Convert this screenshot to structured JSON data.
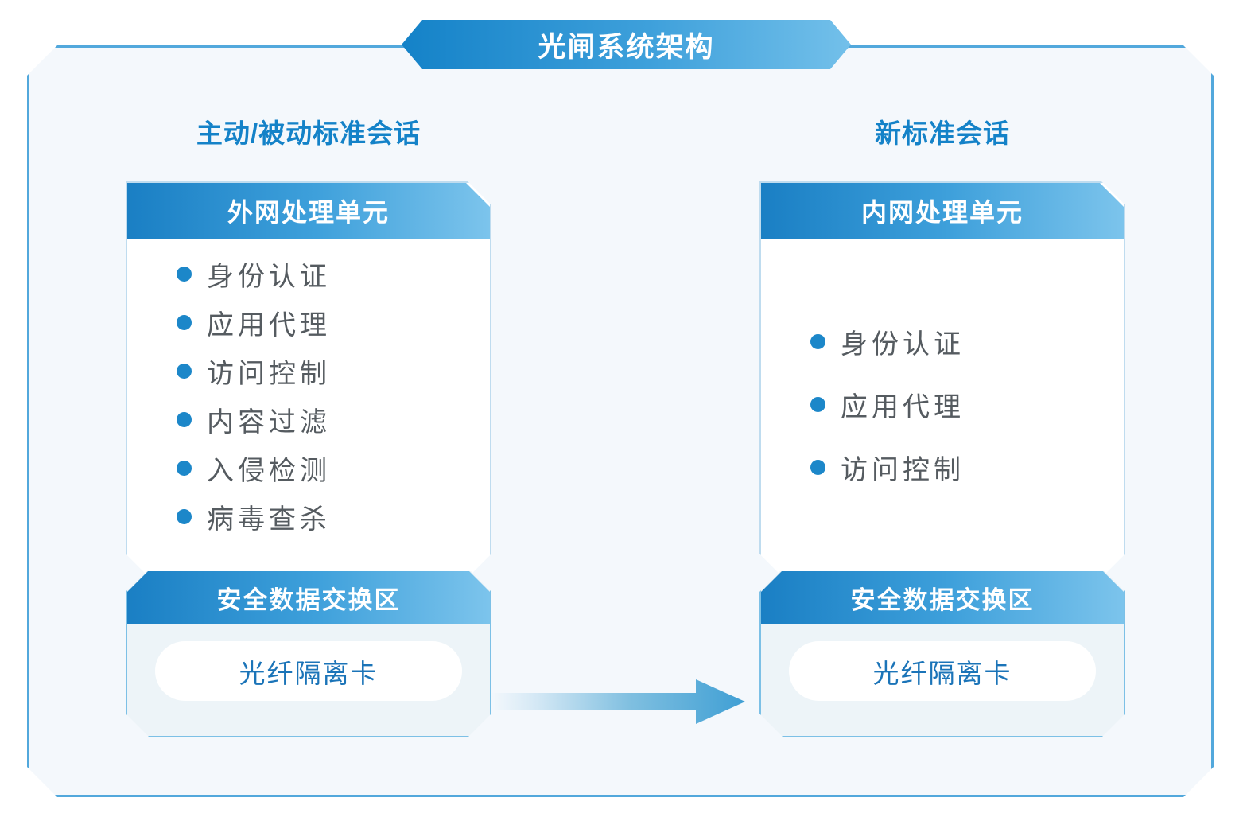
{
  "diagram": {
    "title": "光闸系统架构",
    "background_color": "#f4f8fc",
    "accent_color": "#1482c8",
    "border_color": "#52a8dc"
  },
  "columns": [
    {
      "id": "left",
      "title": "主动/被动标准会话",
      "unit": {
        "header": "外网处理单元",
        "features": [
          "身份认证",
          "应用代理",
          "访问控制",
          "内容过滤",
          "入侵检测",
          "病毒查杀"
        ]
      },
      "exchange": {
        "header": "安全数据交换区",
        "card": "光纤隔离卡"
      }
    },
    {
      "id": "right",
      "title": "新标准会话",
      "unit": {
        "header": "内网处理单元",
        "features": [
          "身份认证",
          "应用代理",
          "访问控制"
        ]
      },
      "exchange": {
        "header": "安全数据交换区",
        "card": "光纤隔离卡"
      }
    }
  ],
  "connector": {
    "name": "data-flow-arrow",
    "direction": "left-to-right",
    "gradient_from": "#ffffff",
    "gradient_to": "#3f9fd4"
  }
}
